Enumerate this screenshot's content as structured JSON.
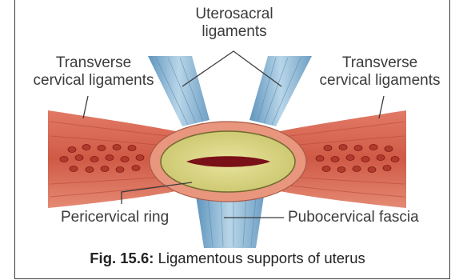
{
  "labels": {
    "uterosacral_line1": "Uterosacral",
    "uterosacral_line2": "ligaments",
    "transverse_left_line1": "Transverse",
    "transverse_left_line2": "cervical ligaments",
    "transverse_right_line1": "Transverse",
    "transverse_right_line2": "cervical ligaments",
    "pericervical_ring": "Pericervical ring",
    "pubocervical_fascia": "Pubocervical fascia"
  },
  "caption": {
    "figure_number": "Fig. 15.6:",
    "text": "Ligamentous supports of uterus"
  },
  "colors": {
    "ligament_red": "#d45e4a",
    "ligament_blue": "#7fb0cf",
    "ring": "#e8967e",
    "cervix_yellow": "#dcd88a",
    "canal": "#7a1018"
  }
}
